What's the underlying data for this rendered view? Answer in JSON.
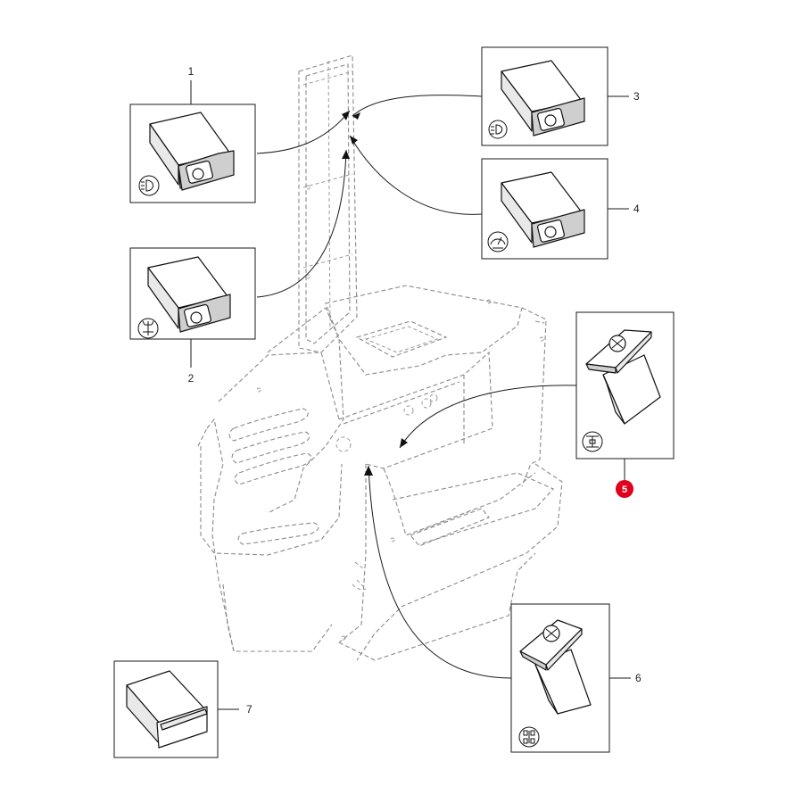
{
  "callouts": [
    {
      "id": "1",
      "label": "1",
      "highlighted": false
    },
    {
      "id": "2",
      "label": "2",
      "highlighted": false
    },
    {
      "id": "3",
      "label": "3",
      "highlighted": false
    },
    {
      "id": "4",
      "label": "4",
      "highlighted": false
    },
    {
      "id": "5",
      "label": "5",
      "highlighted": true
    },
    {
      "id": "6",
      "label": "6",
      "highlighted": false
    },
    {
      "id": "7",
      "label": "7",
      "highlighted": false
    }
  ],
  "colors": {
    "highlight": "#e0001b",
    "line": "#1a1a1a",
    "dashed_outline": "#8a8a8a"
  },
  "parts": [
    {
      "callout": "1",
      "kind": "rocker-switch",
      "icon": "headlight-icon"
    },
    {
      "callout": "2",
      "kind": "rocker-switch",
      "icon": "work-light-icon"
    },
    {
      "callout": "3",
      "kind": "rocker-switch",
      "icon": "headlight-icon"
    },
    {
      "callout": "4",
      "kind": "rocker-switch",
      "icon": "wiper-icon"
    },
    {
      "callout": "5",
      "kind": "rotary-switch",
      "icon": "differential-lock-icon"
    },
    {
      "callout": "6",
      "kind": "rotary-switch",
      "icon": "four-wheel-drive-icon"
    },
    {
      "callout": "7",
      "kind": "blank-cover",
      "icon": ""
    }
  ]
}
